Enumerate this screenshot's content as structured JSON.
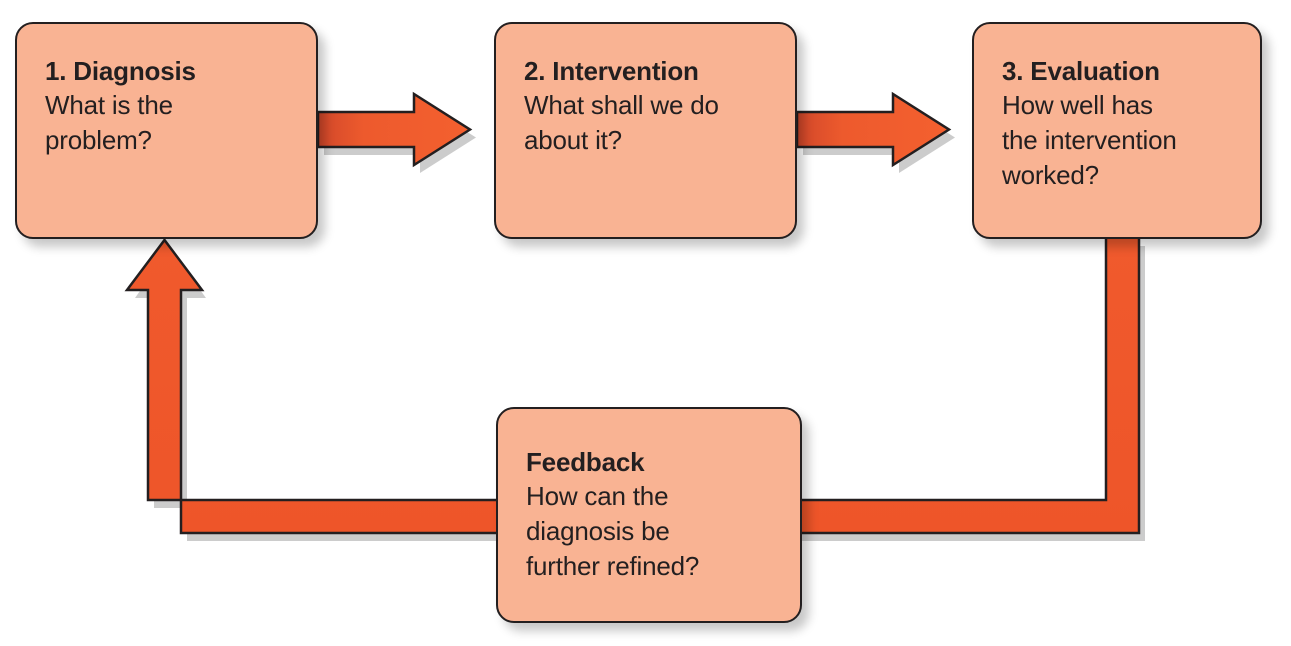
{
  "diagram": {
    "type": "cyclical-process-flow",
    "title": "Diagnosis - Intervention - Evaluation cycle with Feedback loop",
    "colors": {
      "box_fill": "#f9b393",
      "box_stroke": "#231f20",
      "arrow_fill": "#f05a2d",
      "arrow_stroke": "#231f20",
      "text": "#231f20",
      "background": "#ffffff"
    },
    "nodes": [
      {
        "id": "diagnosis",
        "title": "1. Diagnosis",
        "body": "What is the problem?",
        "body_lines": [
          "What is the",
          "problem?"
        ]
      },
      {
        "id": "intervention",
        "title": "2. Intervention",
        "body": "What shall we do about it?",
        "body_lines": [
          "What shall we do",
          "about it?"
        ]
      },
      {
        "id": "evaluation",
        "title": "3. Evaluation",
        "body": "How well has the intervention worked?",
        "body_lines": [
          "How well has",
          "the intervention",
          "worked?"
        ]
      },
      {
        "id": "feedback",
        "title": "Feedback",
        "body": "How can the diagnosis be further refined?",
        "body_lines": [
          "How can the",
          "diagnosis be",
          "further refined?"
        ]
      }
    ],
    "connectors": [
      {
        "id": "arrow-diagnosis-to-intervention",
        "from": "diagnosis",
        "to": "intervention",
        "shape": "straight-right-arrow"
      },
      {
        "id": "arrow-intervention-to-evaluation",
        "from": "intervention",
        "to": "evaluation",
        "shape": "straight-right-arrow"
      },
      {
        "id": "arrow-evaluation-to-diagnosis",
        "from": "evaluation",
        "to": "diagnosis",
        "shape": "u-shaped-feedback-arrow",
        "passes_through": "feedback"
      }
    ]
  }
}
